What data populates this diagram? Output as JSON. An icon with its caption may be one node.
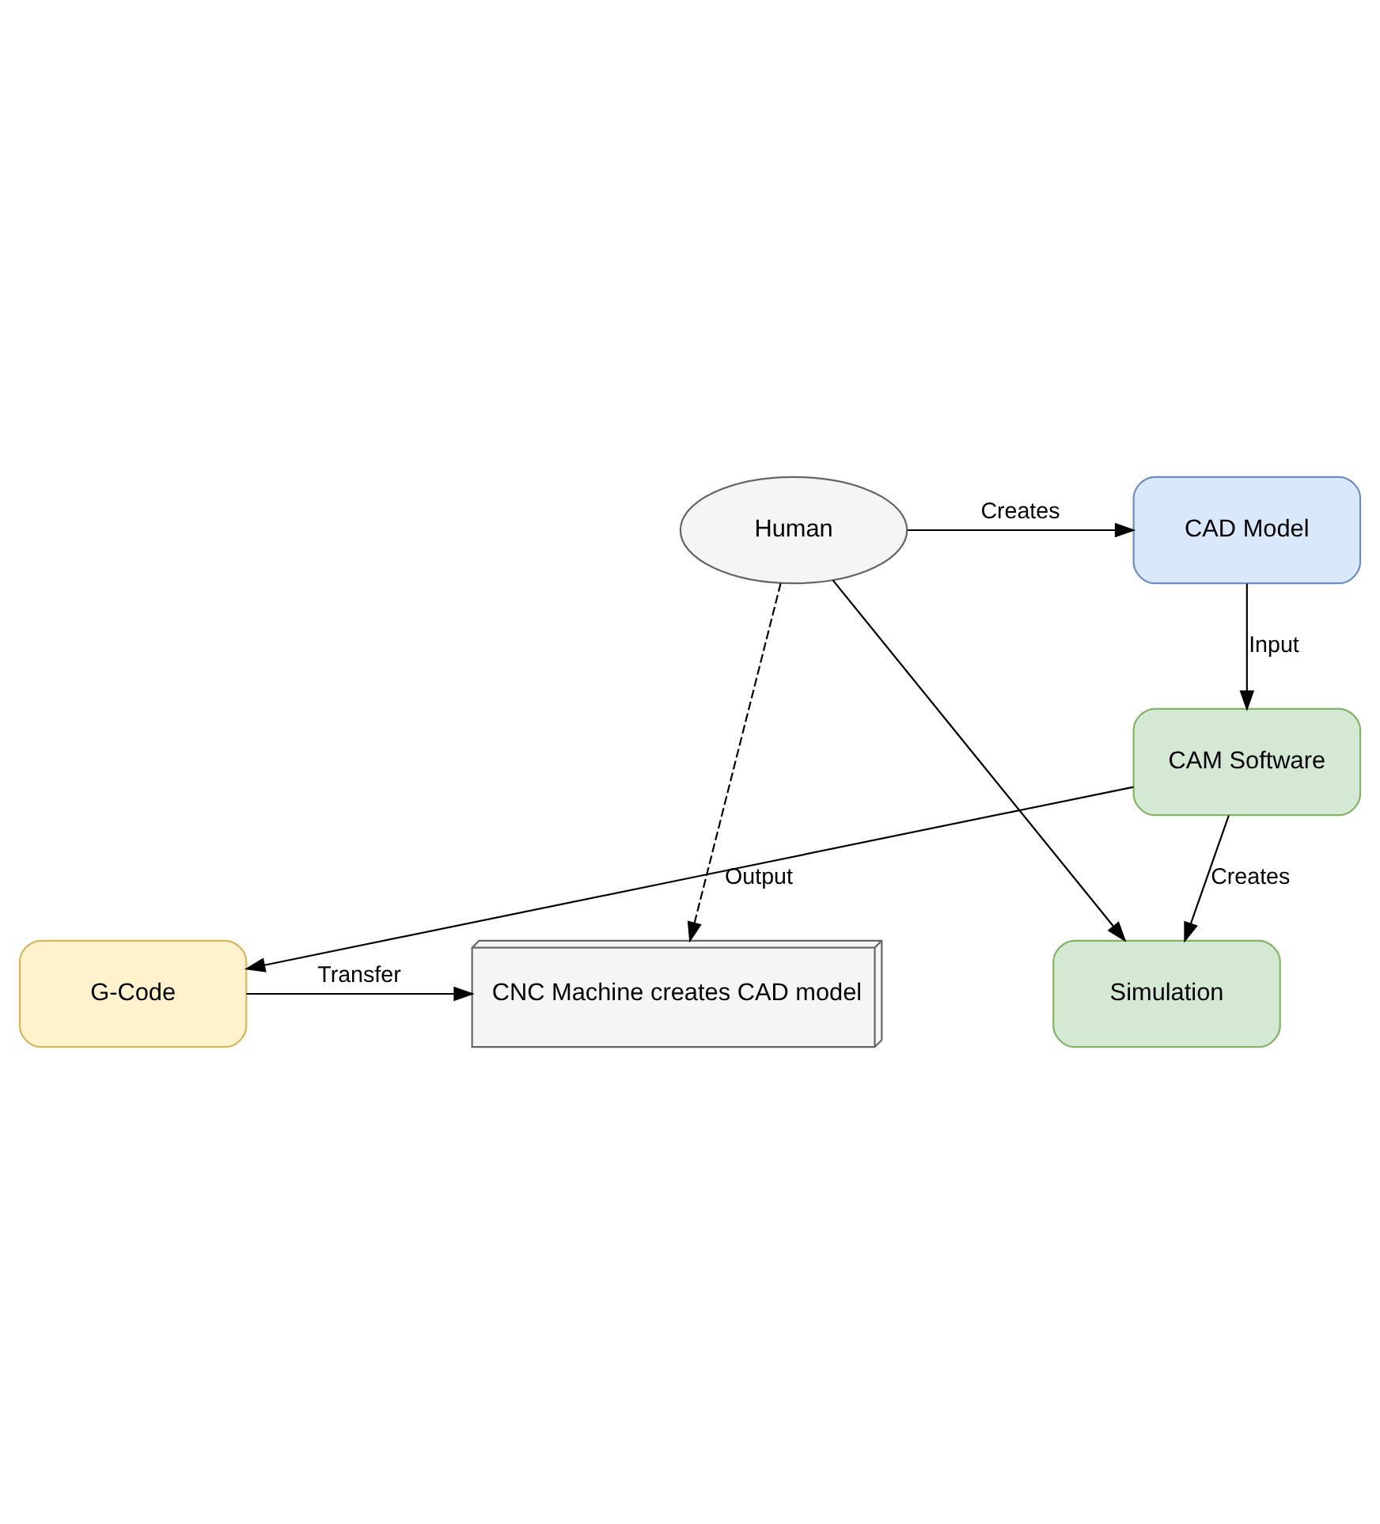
{
  "diagram": {
    "nodes": [
      {
        "text": [
          "CAD Model"
        ]
      },
      {
        "text": [
          "Human"
        ]
      },
      {
        "text": [
          "CAM Software"
        ]
      },
      {
        "text": [
          "G-Code"
        ]
      },
      {
        "text": [
          "CNC Machine creates CAD model"
        ]
      },
      {
        "text": [
          "Simulation"
        ]
      }
    ],
    "edges": [
      {
        "from": 1,
        "to": 0,
        "arrow": "to",
        "label": "Creates"
      },
      {
        "from": 0,
        "to": 2,
        "arrow": "to",
        "label": "Input"
      },
      {
        "from": 2,
        "to": 3,
        "arrow": "to",
        "label": "Output"
      },
      {
        "from": 3,
        "to": 4,
        "arrow": "to",
        "label": "Transfer"
      },
      {
        "from": 1,
        "to": 4,
        "arrow": "to",
        "style": "dashed"
      },
      {
        "from": 2,
        "to": 5,
        "arrow": "to",
        "label": "Creates"
      },
      {
        "from": 1,
        "to": 5,
        "arrow": "to"
      }
    ]
  }
}
